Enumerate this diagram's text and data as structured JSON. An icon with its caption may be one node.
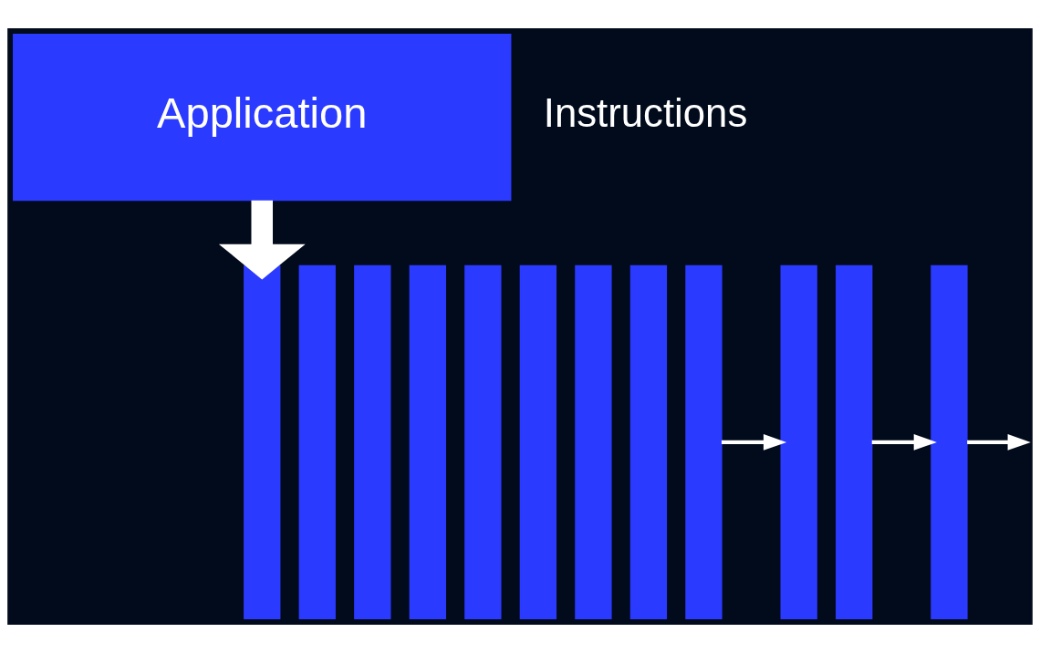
{
  "diagram": {
    "nodes": [
      {
        "text": [
          "Application"
        ]
      },
      {
        "text": [],
        "shape": "bar"
      },
      {
        "text": [],
        "shape": "bar"
      },
      {
        "text": [],
        "shape": "bar"
      },
      {
        "text": [],
        "shape": "bar"
      },
      {
        "text": [],
        "shape": "bar"
      },
      {
        "text": [],
        "shape": "bar"
      },
      {
        "text": [],
        "shape": "bar"
      },
      {
        "text": [],
        "shape": "bar"
      },
      {
        "text": [],
        "shape": "bar"
      },
      {
        "text": [],
        "shape": "bar"
      },
      {
        "text": [],
        "shape": "bar"
      },
      {
        "text": [],
        "shape": "bar"
      }
    ],
    "edges": [
      {
        "from": 0,
        "to": 4,
        "arrow": "to",
        "style": "thick"
      },
      {
        "from": 9,
        "to": 10,
        "arrow": "to"
      },
      {
        "from": 11,
        "to": 12,
        "arrow": "to"
      },
      {
        "from": 12,
        "to": null,
        "arrow": "to"
      }
    ],
    "labels": [
      "Instructions"
    ]
  }
}
